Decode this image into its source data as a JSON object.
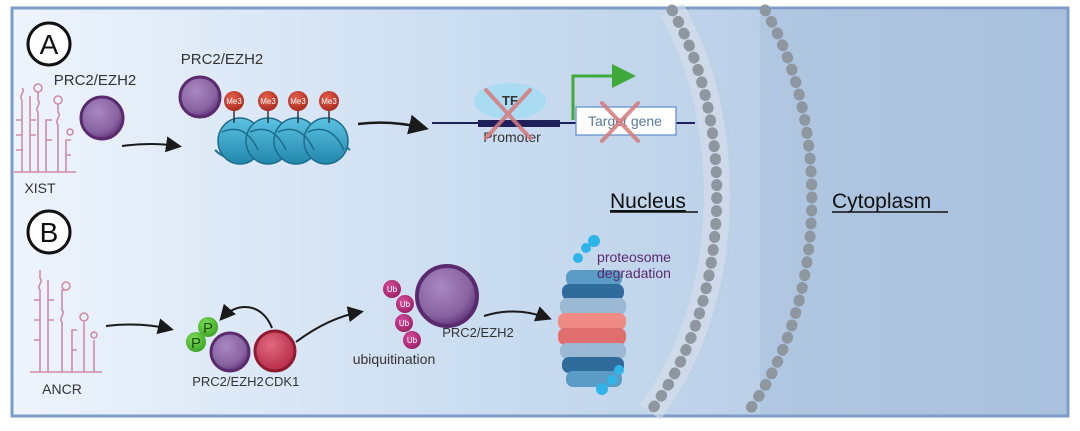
{
  "panels": {
    "a": {
      "letter": "A",
      "xist_label": "XIST",
      "prc2_label_left": "PRC2/EZH2",
      "prc2_label_right": "PRC2/EZH2",
      "me3_tags": [
        "Me3",
        "Me3",
        "Me3",
        "Me3"
      ],
      "tf_label": "TF",
      "promoter_label": "Promoter",
      "target_gene_label": "Target gene"
    },
    "b": {
      "letter": "B",
      "ancr_label": "ANCR",
      "phospho_tags": [
        "P",
        "P"
      ],
      "prc2_label_phospho": "PRC2/EZH2",
      "cdk1_label": "CDK1",
      "ub_tags": [
        "Ub",
        "Ub",
        "Ub",
        "Ub"
      ],
      "ubiquitination_label": "ubiquitination",
      "prc2_label_ub": "PRC2/EZH2",
      "proteosome_label_line1": "proteosome",
      "proteosome_label_line2": "degradation"
    }
  },
  "compartments": {
    "nucleus_label": "Nucleus",
    "cytoplasm_label": "Cytoplasm"
  },
  "colors": {
    "prc2": "#7a4d8c",
    "me3": "#c0392b",
    "nucleosome": "#3aa5c8",
    "cdk1": "#c8344f",
    "ub": "#b0307a",
    "phospho": "#55c43a",
    "membrane": "#8e96a0",
    "promoter_arrow": "#3faa3a",
    "cross": "#d77a7a"
  }
}
